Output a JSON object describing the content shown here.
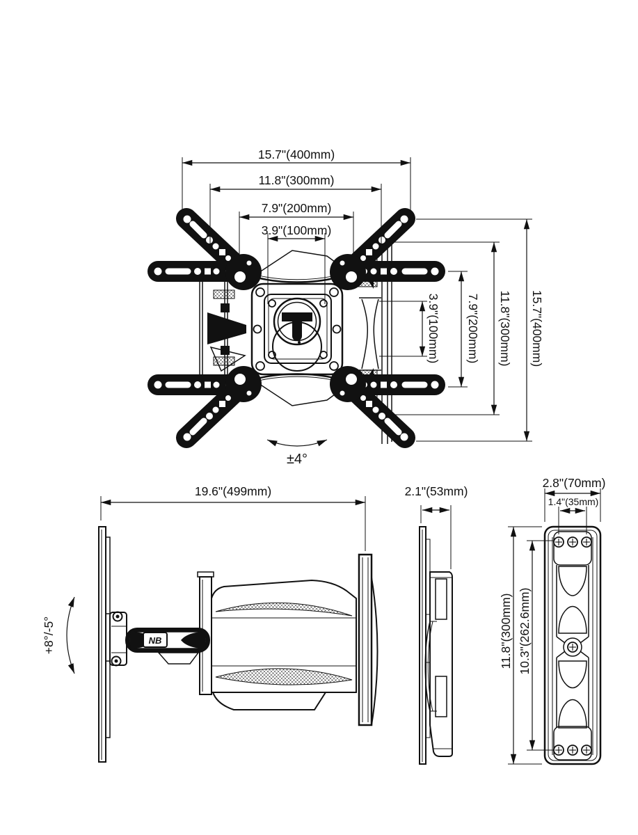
{
  "drawing": {
    "ink_color": "#111111",
    "background_color": "#ffffff"
  },
  "views": {
    "front": {
      "horizontal_dims": [
        "15.7\"(400mm)",
        "11.8\"(300mm)",
        "7.9\"(200mm)",
        "3.9\"(100mm)"
      ],
      "vertical_dims": [
        "3.9\"(100mm)",
        "7.9\"(200mm)",
        "11.8\"(300mm)",
        "15.7\"(400mm)"
      ],
      "swivel_angle": "±4°"
    },
    "side_extended": {
      "extension_dim": "19.6\"(499mm)",
      "tilt_range": "+8°/-5°",
      "brand_logo": "NB"
    },
    "side_collapsed": {
      "depth_dim": "2.1\"(53mm)"
    },
    "wall_plate": {
      "width_dim": "2.8\"(70mm)",
      "hole_spacing_dim": "1.4\"(35mm)",
      "height_dim": "11.8\"(300mm)",
      "hole_height_dim": "10.3\"(262.6mm)"
    }
  }
}
